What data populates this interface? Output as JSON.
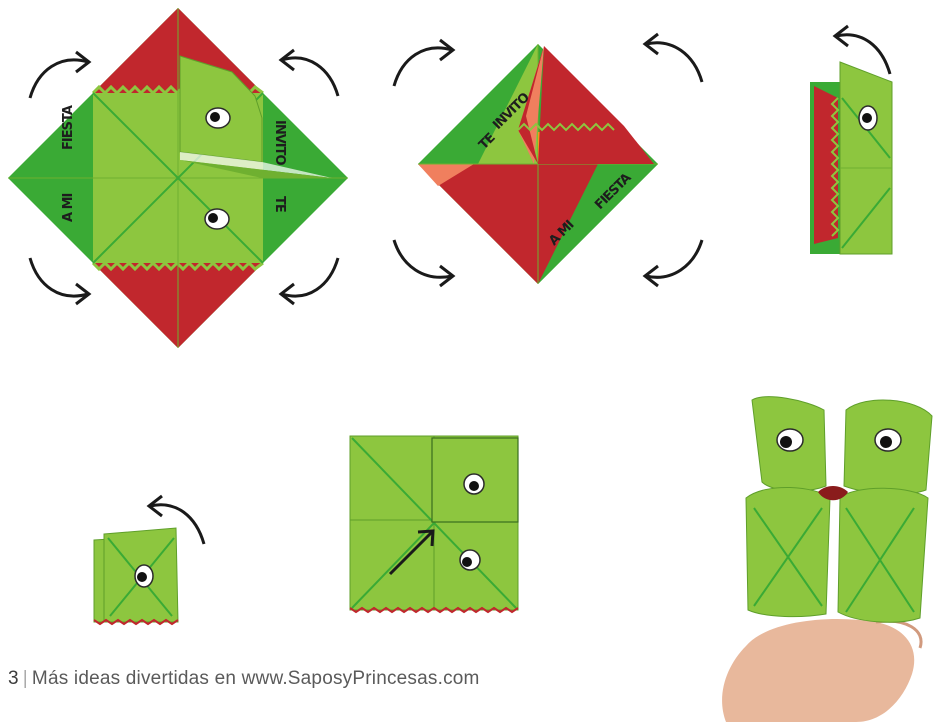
{
  "page": {
    "page_number": "3",
    "separator": "|",
    "footer_text": "Más ideas divertidas en www.SaposyPrincesas.com"
  },
  "labels": {
    "fiesta": "FIESTA",
    "invito": "INVITO",
    "a_mi": "A MI",
    "te": "TE"
  },
  "colors": {
    "green_light": "#8dc63f",
    "green_dark": "#3aaa35",
    "red": "#c1272d",
    "salmon": "#f07f5e",
    "orange": "#f7941d",
    "arrow": "#1a1a1a",
    "skin": "#e8b89c"
  },
  "icons": [
    "curved-arrow-icon",
    "eye-icon",
    "straight-arrow-icon"
  ]
}
